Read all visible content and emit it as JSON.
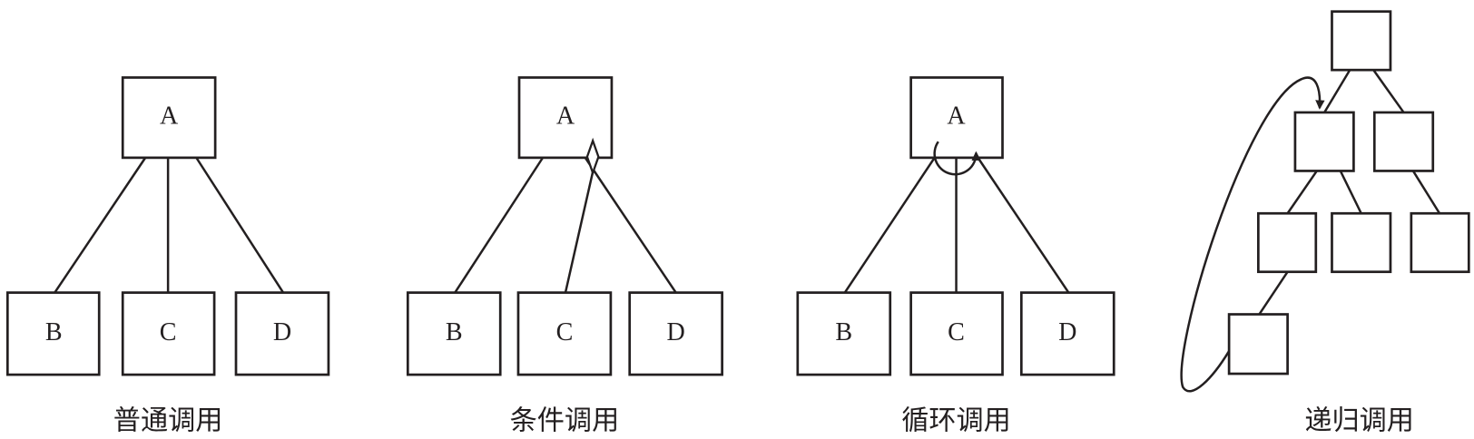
{
  "panels": [
    {
      "caption": "普通调用",
      "nodes": {
        "a": "A",
        "b": "B",
        "c": "C",
        "d": "D"
      }
    },
    {
      "caption": "条件调用",
      "nodes": {
        "a": "A",
        "b": "B",
        "c": "C",
        "d": "D"
      }
    },
    {
      "caption": "循环调用",
      "nodes": {
        "a": "A",
        "b": "B",
        "c": "C",
        "d": "D"
      }
    },
    {
      "caption": "递归调用"
    }
  ],
  "colors": {
    "stroke": "#231f20",
    "background": "#ffffff"
  }
}
